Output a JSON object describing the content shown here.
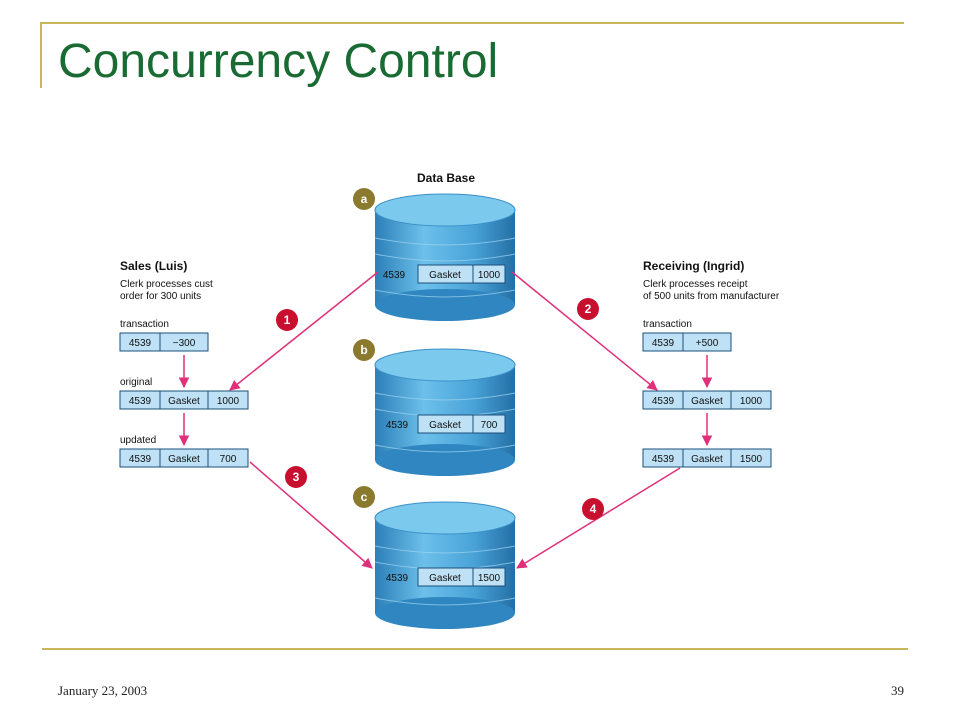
{
  "slide": {
    "title": "Concurrency Control",
    "footer_date": "January 23, 2003",
    "page_number": "39"
  },
  "diagram": {
    "database_title": "Data Base",
    "databases": [
      {
        "marker": "a",
        "id": "4539",
        "item": "Gasket",
        "qty": "1000"
      },
      {
        "marker": "b",
        "id": "4539",
        "item": "Gasket",
        "qty": "700"
      },
      {
        "marker": "c",
        "id": "4539",
        "item": "Gasket",
        "qty": "1500"
      }
    ],
    "sales": {
      "title": "Sales (Luis)",
      "desc_line1": "Clerk processes cust",
      "desc_line2": "order for 300 units",
      "transaction_label": "transaction",
      "transaction": {
        "id": "4539",
        "qty": "−300"
      },
      "original_label": "original",
      "original": {
        "id": "4539",
        "item": "Gasket",
        "qty": "1000"
      },
      "updated_label": "updated",
      "updated": {
        "id": "4539",
        "item": "Gasket",
        "qty": "700"
      }
    },
    "receiving": {
      "title": "Receiving (Ingrid)",
      "desc_line1": "Clerk processes receipt",
      "desc_line2": "of 500 units from manufacturer",
      "transaction_label": "transaction",
      "transaction": {
        "id": "4539",
        "qty": "+500"
      },
      "original": {
        "id": "4539",
        "item": "Gasket",
        "qty": "1000"
      },
      "updated": {
        "id": "4539",
        "item": "Gasket",
        "qty": "1500"
      }
    },
    "steps": [
      "1",
      "2",
      "3",
      "4"
    ],
    "colors": {
      "arrow": "#e0307a",
      "step_marker": "#c8102e",
      "db_marker": "#8a7a2e",
      "cylinder": "#4aa3d8",
      "record_box": "#bfe1f5",
      "title": "#1a6b33",
      "rule": "#c8b65a"
    }
  }
}
